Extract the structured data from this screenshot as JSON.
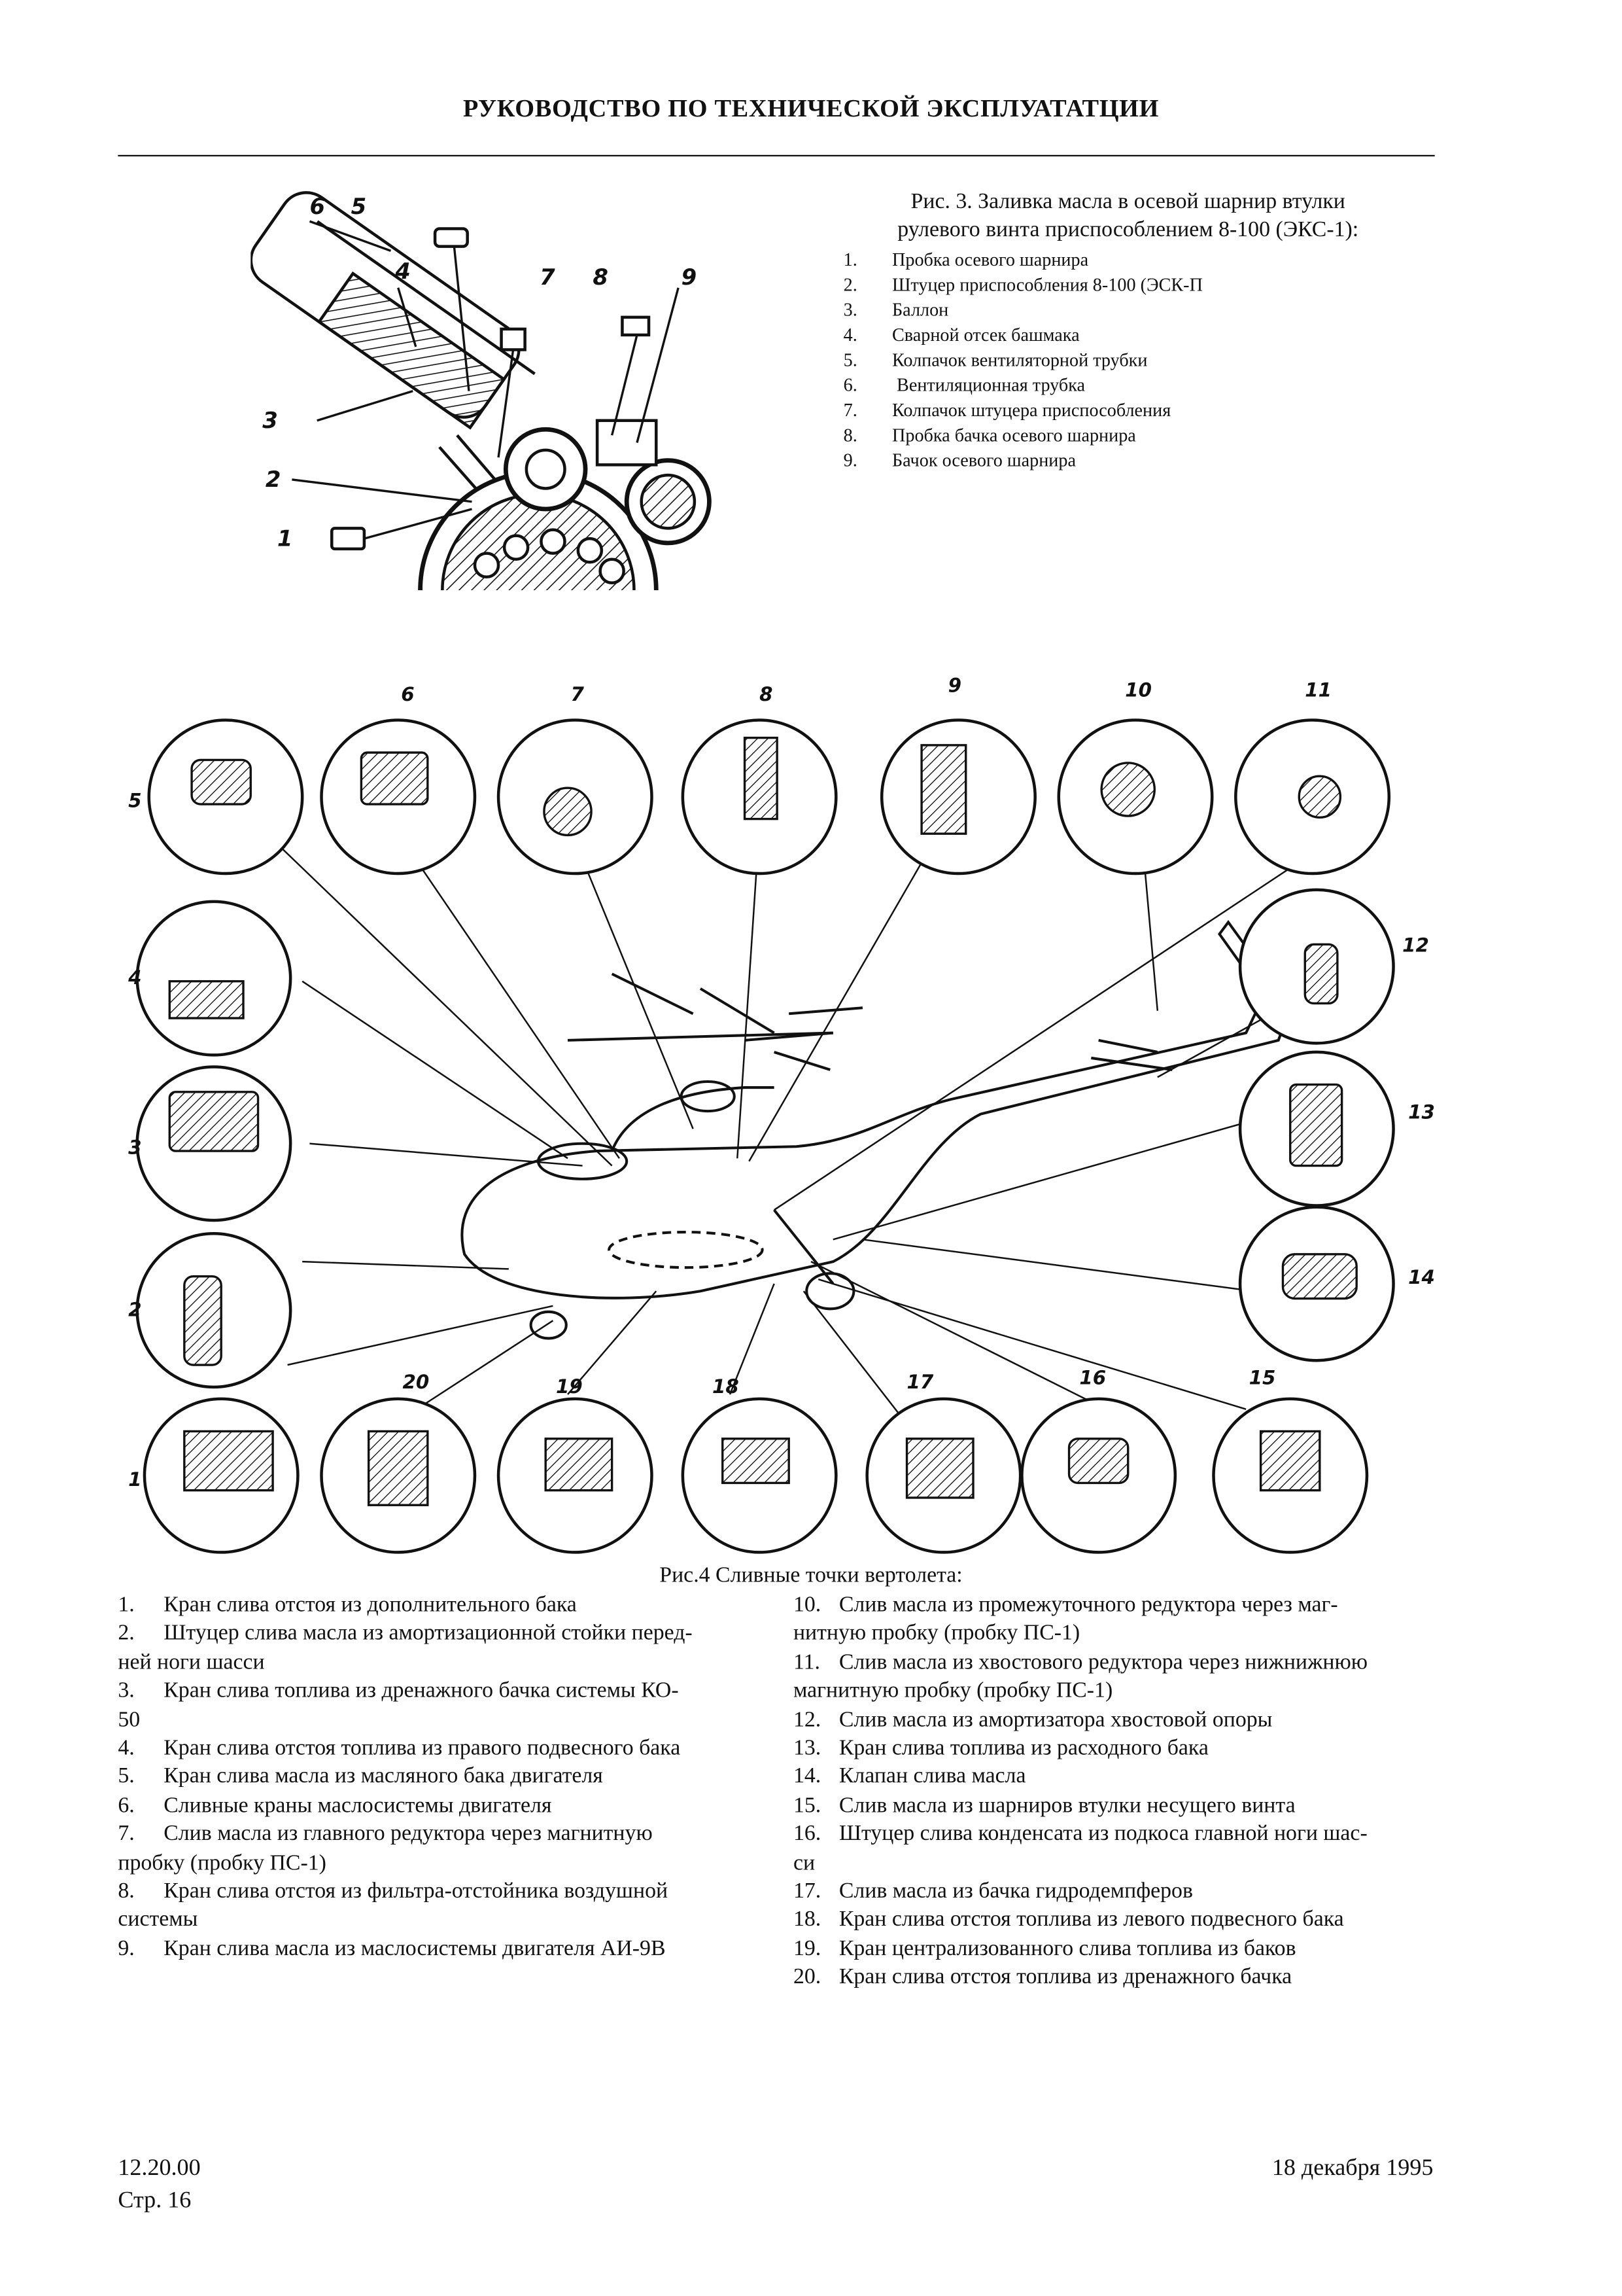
{
  "header": {
    "title": "РУКОВОДСТВО ПО ТЕХНИЧЕСКОЙ ЭКСПЛУАТАТЦИИ"
  },
  "figure3": {
    "caption_line1": "Рис. 3. Заливка масла в осевой шарнир втулки",
    "caption_line2": "рулевого винта приспособлением 8-100 (ЭКС-1):",
    "callouts": [
      "1",
      "2",
      "3",
      "4",
      "5",
      "6",
      "7",
      "8",
      "9"
    ],
    "legend": [
      {
        "num": "1.",
        "text": "Пробка осевого шарнира"
      },
      {
        "num": "2.",
        "text": "Штуцер приспособления 8-100 (ЭСК-П"
      },
      {
        "num": "3.",
        "text": "Баллон"
      },
      {
        "num": "4.",
        "text": "Сварной отсек башмака"
      },
      {
        "num": "5.",
        "text": "Колпачок вентиляторной трубки"
      },
      {
        "num": "6.",
        "text": " Вентиляционная трубка"
      },
      {
        "num": "7.",
        "text": "Колпачок штуцера приспособления"
      },
      {
        "num": "8.",
        "text": "Пробка бачка осевого шарнира"
      },
      {
        "num": "9.",
        "text": "Бачок осевого шарнира"
      }
    ]
  },
  "figure4": {
    "caption": "Рис.4 Сливные точки вертолета:",
    "callouts": [
      "1",
      "2",
      "3",
      "4",
      "5",
      "6",
      "7",
      "8",
      "9",
      "10",
      "11",
      "12",
      "13",
      "14",
      "15",
      "16",
      "17",
      "18",
      "19",
      "20"
    ],
    "legend_left": [
      {
        "num": "1.",
        "text": "Кран слива отстоя из дополнительного бака"
      },
      {
        "num": "2.",
        "text": "Штуцер слива масла из амортизационной стойки перед-"
      },
      {
        "num": "",
        "text": "ней ноги шасси"
      },
      {
        "num": "3.",
        "text": "Кран слива топлива из дренажного бачка системы КО-"
      },
      {
        "num": "",
        "text": "50"
      },
      {
        "num": "4.",
        "text": "Кран слива отстоя топлива из правого подвесного бака"
      },
      {
        "num": "5.",
        "text": "Кран слива масла из масляного бака двигателя"
      },
      {
        "num": "6.",
        "text": "Сливные краны маслосистемы двигателя"
      },
      {
        "num": "7.",
        "text": "Слив масла из главного редуктора через магнитную"
      },
      {
        "num": "",
        "text": "пробку (пробку ПС-1)"
      },
      {
        "num": "8.",
        "text": "Кран слива отстоя из фильтра-отстойника воздушной"
      },
      {
        "num": "",
        "text": "системы"
      },
      {
        "num": "9.",
        "text": "Кран слива масла из маслосистемы двигателя АИ-9В"
      }
    ],
    "legend_right": [
      {
        "num": "10.",
        "text": "Слив масла из промежуточного редуктора через маг-"
      },
      {
        "num": "",
        "text": "нитную пробку (пробку ПС-1)"
      },
      {
        "num": "11.",
        "text": "Слив масла из хвостового редуктора через нижнижнюю"
      },
      {
        "num": "",
        "text": "магнитную пробку (пробку ПС-1)"
      },
      {
        "num": "12.",
        "text": "Слив масла из амортизатора хвостовой опоры"
      },
      {
        "num": "13.",
        "text": "Кран слива топлива из расходного бака"
      },
      {
        "num": "14.",
        "text": "Клапан слива масла"
      },
      {
        "num": "15.",
        "text": "Слив масла из шарниров втулки несущего винта"
      },
      {
        "num": "16.",
        "text": "Штуцер слива конденсата из подкоса главной ноги шас-"
      },
      {
        "num": "",
        "text": "си"
      },
      {
        "num": "17.",
        "text": "Слив масла из бачка гидродемпферов"
      },
      {
        "num": "18.",
        "text": "Кран слива отстоя топлива из левого подвесного бака"
      },
      {
        "num": "19.",
        "text": "Кран централизованного слива топлива из баков"
      },
      {
        "num": "20.",
        "text": "Кран слива отстоя топлива из дренажного бачка"
      }
    ]
  },
  "footer": {
    "code": "12.20.00",
    "page": "Стр. 16",
    "date": "18 декабря 1995"
  }
}
